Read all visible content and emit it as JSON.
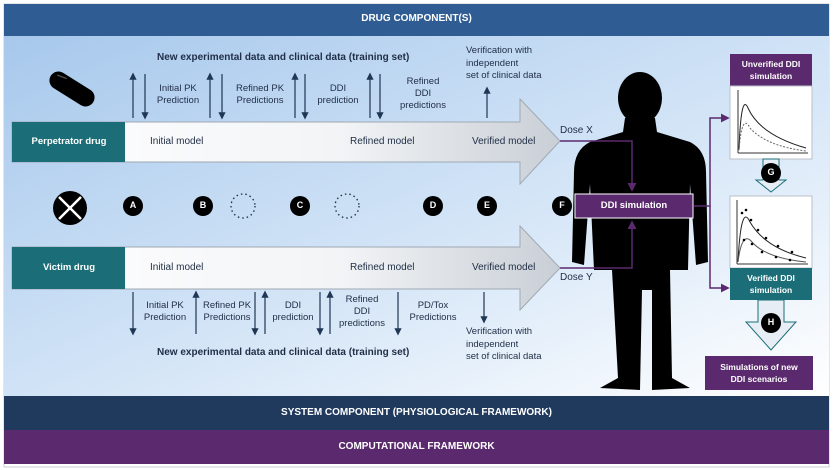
{
  "header": {
    "title": "DRUG COMPONENT(S)"
  },
  "footer": {
    "system": "SYSTEM COMPONENT (PHYSIOLOGICAL FRAMEWORK)",
    "computational": "COMPUTATIONAL FRAMEWORK"
  },
  "perpetrator": {
    "label": "Perpetrator drug",
    "stage_initial": "Initial model",
    "stage_refined": "Refined model",
    "stage_verified": "Verified model",
    "dose": "Dose X",
    "data_header": "New experimental data and clinical data (training set)",
    "steps": {
      "initial_pk": [
        "Initial PK",
        "Prediction"
      ],
      "refined_pk": [
        "Refined PK",
        "Predictions"
      ],
      "ddi": [
        "DDI",
        "prediction"
      ],
      "refined_ddi": [
        "Refined",
        "DDI",
        "predictions"
      ]
    },
    "verification": [
      "Verification with",
      "independent",
      "set of clinical data"
    ]
  },
  "victim": {
    "label": "Victim drug",
    "stage_initial": "Initial model",
    "stage_refined": "Refined model",
    "stage_verified": "Verified model",
    "dose": "Dose Y",
    "data_header": "New experimental data and clinical data (training set)",
    "steps": {
      "initial_pk": [
        "Initial PK",
        "Prediction"
      ],
      "refined_pk": [
        "Refined PK",
        "Predictions"
      ],
      "ddi": [
        "DDI",
        "prediction"
      ],
      "refined_ddi": [
        "Refined",
        "DDI",
        "predictions"
      ],
      "pdtox": [
        "PD/Tox",
        "Predictions"
      ]
    },
    "verification": [
      "Verification with",
      "independent",
      "set of clinical data"
    ]
  },
  "markers": {
    "a": "A",
    "b": "B",
    "c": "C",
    "d": "D",
    "e": "E",
    "f": "F",
    "g": "G",
    "h": "H"
  },
  "ddi_simulation": "DDI simulation",
  "right_panel": {
    "unverified": [
      "Unverified DDI",
      "simulation"
    ],
    "verified": [
      "Verified DDI",
      "simulation"
    ],
    "new_scenarios": [
      "Simulations of new",
      "DDI scenarios"
    ]
  },
  "colors": {
    "teal": "#1b6e78",
    "purple": "#5b2a6e",
    "navy": "#1f3654",
    "header_blue": "#2f5d93"
  },
  "icons": {
    "perpetrator": "pill-capsule-icon",
    "victim": "tablet-icon",
    "patient": "human-silhouette-icon"
  }
}
